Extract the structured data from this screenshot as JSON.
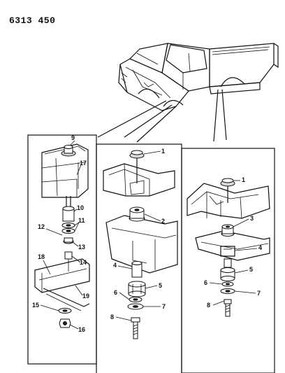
{
  "document": {
    "id": "6313 450"
  },
  "panels": {
    "left": {
      "callouts": [
        "9",
        "17",
        "10",
        "11",
        "12",
        "13",
        "14",
        "18",
        "19",
        "15",
        "16"
      ]
    },
    "middle": {
      "callouts": [
        "1",
        "2",
        "4",
        "5",
        "6",
        "7",
        "8"
      ]
    },
    "right": {
      "callouts": [
        "1",
        "3",
        "4",
        "5",
        "6",
        "7",
        "8"
      ]
    }
  },
  "colors": {
    "line": "#111111",
    "background": "#ffffff",
    "shade": "#d9d9d9"
  }
}
